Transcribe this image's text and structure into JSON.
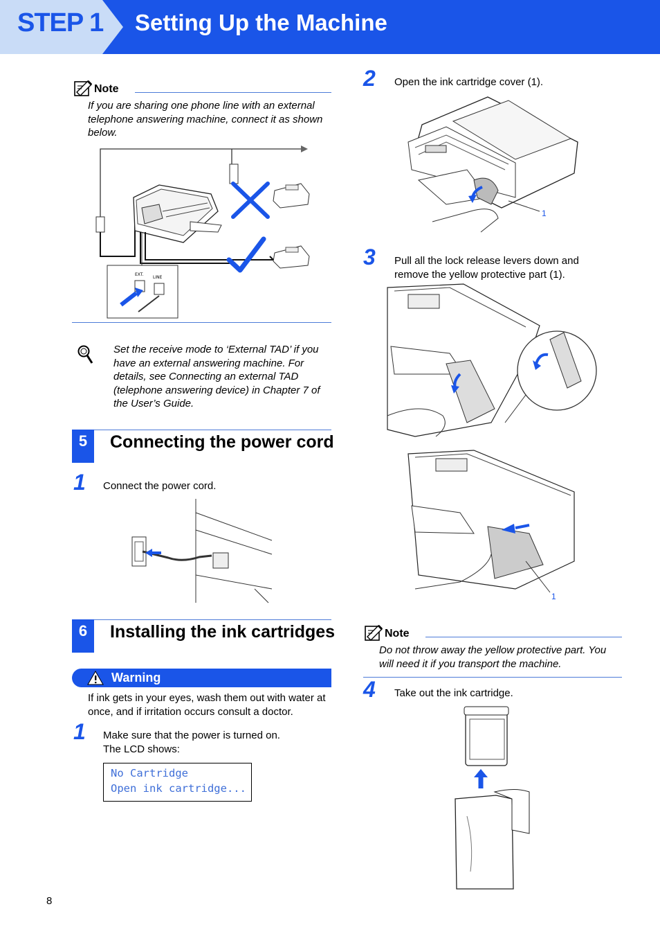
{
  "header": {
    "step_label": "STEP 1",
    "title": "Setting Up the Machine"
  },
  "note1": {
    "label": "Note",
    "text": "If you are sharing one phone line with an external telephone answering machine, connect it as shown below."
  },
  "tip": {
    "text": "Set the receive mode to ‘External TAD’ if you have an external answering machine. For details, see Connecting an external TAD (telephone answering device) in Chapter 7 of the User’s Guide."
  },
  "section5": {
    "number": "5",
    "title": "Connecting the power cord",
    "steps": [
      {
        "num": "1",
        "text": "Connect the power cord."
      }
    ]
  },
  "section6": {
    "number": "6",
    "title": "Installing the ink cartridges",
    "warning_label": "Warning",
    "warning_text": "If ink gets in your eyes, wash them out with water at once, and if irritation occurs consult a doctor.",
    "step1": {
      "num": "1",
      "line1": "Make sure that the power is turned on.",
      "line2": "The LCD shows:"
    },
    "lcd": {
      "line1": "No Cartridge",
      "line2": "Open ink cartridge..."
    }
  },
  "right_steps": {
    "step2": {
      "num": "2",
      "text": "Open the ink cartridge cover (1).",
      "callout": "1"
    },
    "step3": {
      "num": "3",
      "text": "Pull all the lock release levers down and remove the yellow protective part (1).",
      "callout": "1"
    },
    "note2": {
      "label": "Note",
      "text": "Do not throw away the yellow protective part. You will need it if you transport the machine."
    },
    "step4": {
      "num": "4",
      "text": "Take out the ink cartridge."
    }
  },
  "diagram_labels": {
    "ext": "EXT.",
    "line": "LINE"
  },
  "page_number": "8",
  "colors": {
    "brand_blue": "#1a55e8",
    "rule_blue": "#4d7bd8"
  }
}
